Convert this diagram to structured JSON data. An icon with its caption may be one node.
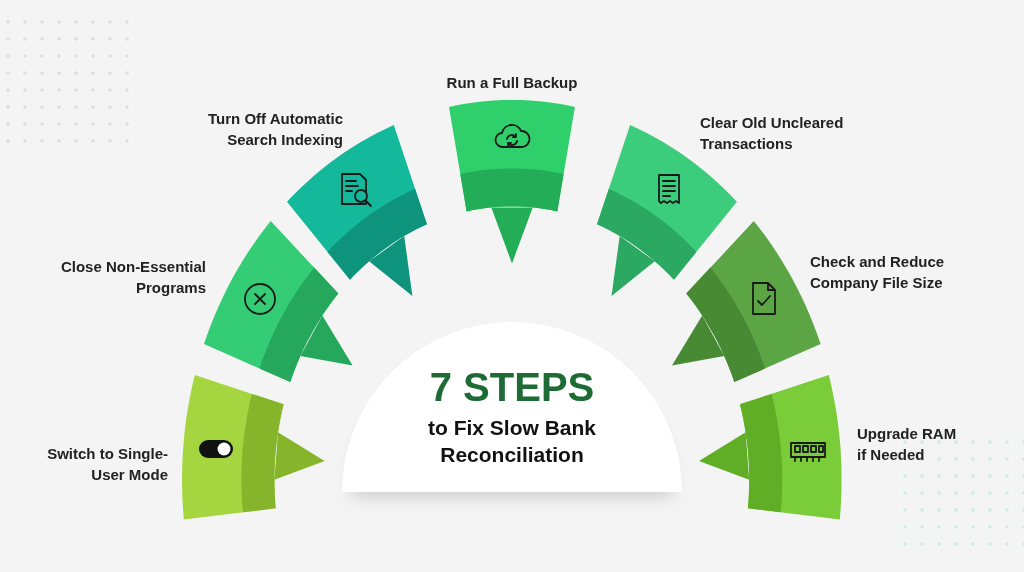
{
  "diagram": {
    "nodes": [
      {
        "text": [
          "Switch to Single-User Mode"
        ]
      },
      {
        "text": [
          "Close Non-Essential Programs"
        ]
      },
      {
        "text": [
          "Turn Off Automatic Search Indexing"
        ]
      },
      {
        "text": [
          "Run a Full Backup"
        ]
      },
      {
        "text": [
          "Clear Old Uncleared Transactions"
        ]
      },
      {
        "text": [
          "Check and Reduce Company File Size"
        ]
      },
      {
        "text": [
          "Upgrade RAM if Needed"
        ]
      },
      {
        "text": [
          "7 STEPS",
          "to Fix Slow Bank Reconciliation"
        ]
      }
    ]
  }
}
